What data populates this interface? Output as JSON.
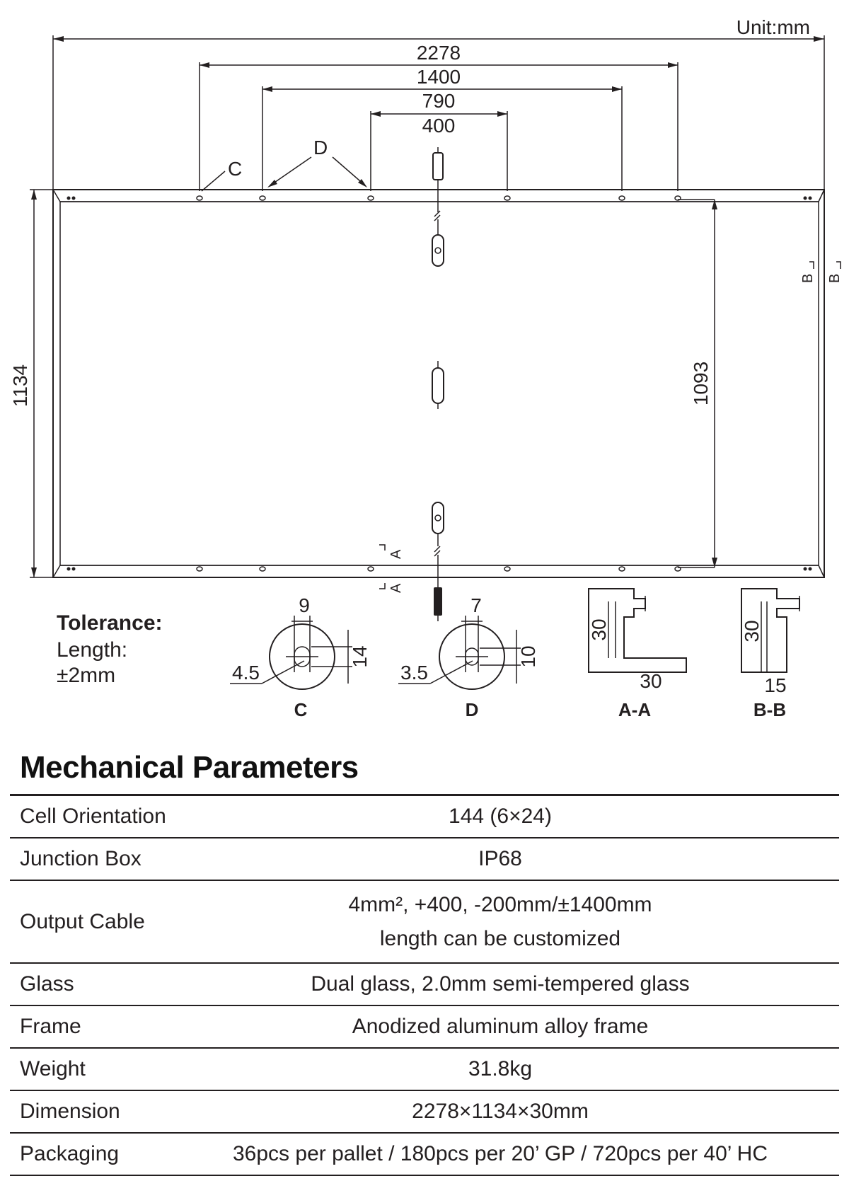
{
  "drawing": {
    "unit_label": "Unit:mm",
    "dimensions": {
      "overall_length": "2278",
      "hole_1400": "1400",
      "hole_790": "790",
      "hole_400": "400",
      "overall_width": "1134",
      "hole_1093": "1093"
    },
    "markers": {
      "c": "C",
      "d": "D",
      "a": "A",
      "b": "B"
    },
    "tolerance": {
      "heading": "Tolerance:",
      "line1": "Length:",
      "line2": "±2mm"
    },
    "details": {
      "c": {
        "label": "C",
        "top": "9",
        "diameter": "4.5",
        "side": "14"
      },
      "d": {
        "label": "D",
        "top": "7",
        "diameter": "3.5",
        "side": "10"
      },
      "aa": {
        "label": "A-A",
        "height": "30",
        "base": "30"
      },
      "bb": {
        "label": "B-B",
        "height": "30",
        "base": "15"
      }
    }
  },
  "mechanical": {
    "title": "Mechanical Parameters",
    "rows": [
      {
        "key": "Cell Orientation",
        "value": "144 (6×24)"
      },
      {
        "key": "Junction Box",
        "value": "IP68"
      },
      {
        "key": "Output Cable",
        "value": "4mm², +400, -200mm/±1400mm",
        "value2": "length can be customized"
      },
      {
        "key": "Glass",
        "value": "Dual glass, 2.0mm semi-tempered glass"
      },
      {
        "key": "Frame",
        "value": "Anodized aluminum alloy frame"
      },
      {
        "key": "Weight",
        "value": "31.8kg"
      },
      {
        "key": "Dimension",
        "value": "2278×1134×30mm"
      },
      {
        "key": "Packaging",
        "value": "36pcs per pallet / 180pcs per 20’ GP / 720pcs per 40’ HC"
      }
    ]
  }
}
